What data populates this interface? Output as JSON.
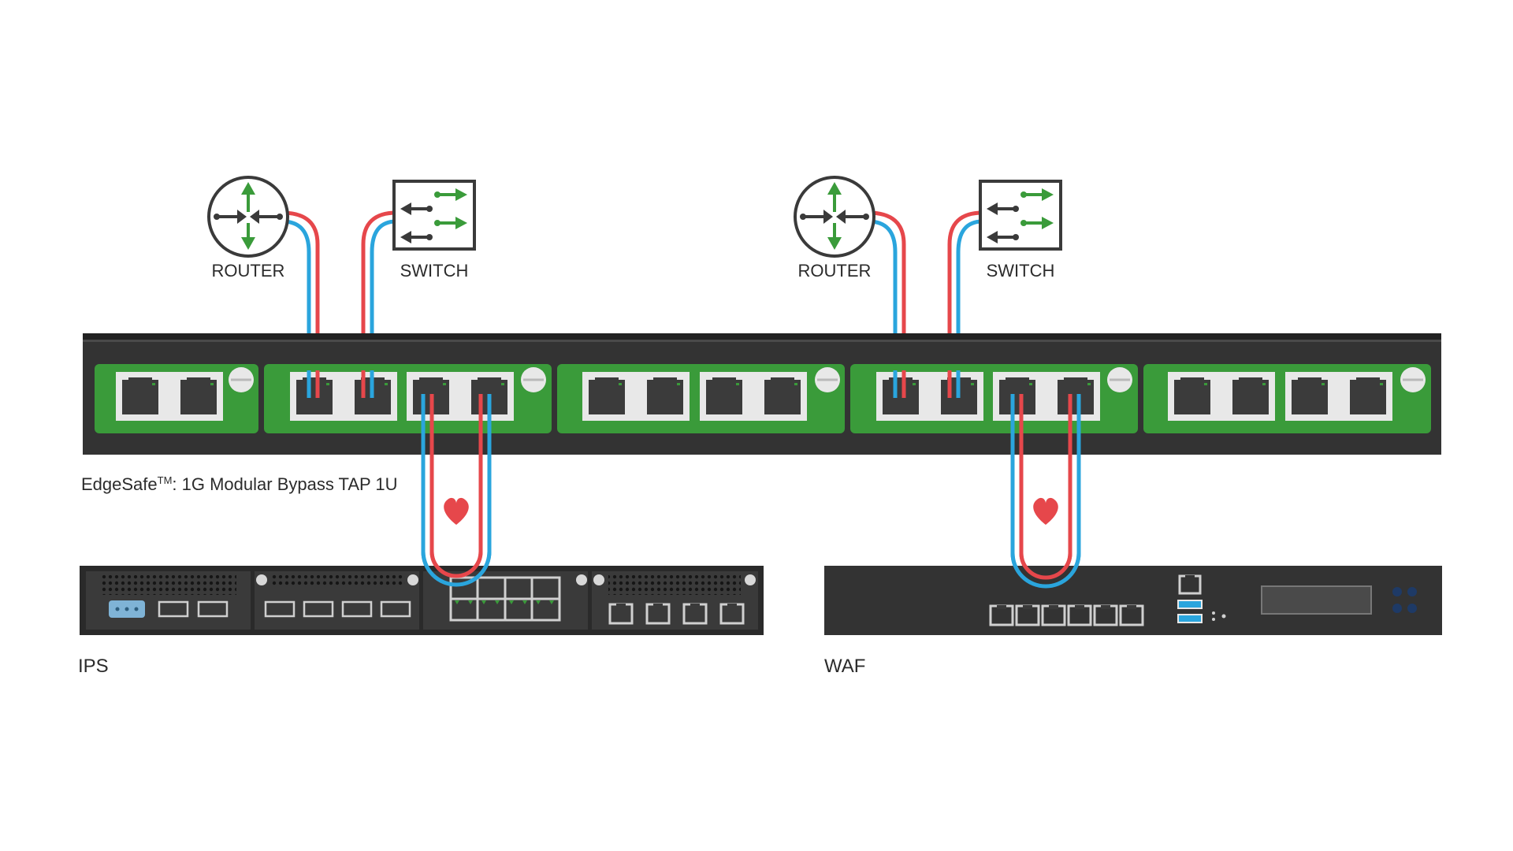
{
  "labels": {
    "router_left": "ROUTER",
    "switch_left": "SWITCH",
    "router_right": "ROUTER",
    "switch_right": "SWITCH",
    "tap_name": "EdgeSafe",
    "tap_mark": "TM",
    "tap_desc": ": 1G Modular Bypass TAP 1U",
    "ips": "IPS",
    "waf": "WAF"
  },
  "icons": {
    "router": "router-icon",
    "switch": "switch-icon",
    "heartbeat": "heart-icon"
  },
  "colors": {
    "background": "#ffffff",
    "chassis": "#333333",
    "module_green": "#3a9b3a",
    "cable_red": "#e6474b",
    "cable_blue": "#2aa5dd",
    "arrow_green": "#3a9b3a",
    "arrow_dark": "#3a3a3a",
    "port_dark": "#3b3b3b",
    "port_light": "#e8e8e8"
  }
}
